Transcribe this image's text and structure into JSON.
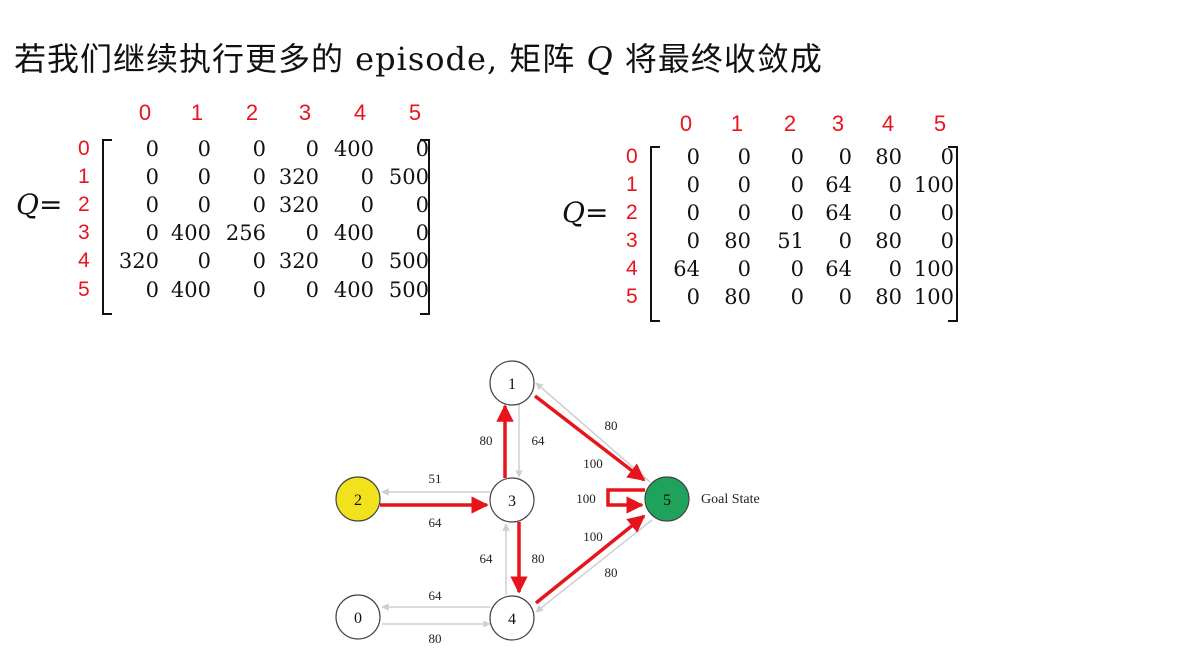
{
  "title": {
    "prefix": "若我们继续执行更多的 episode, 矩阵 ",
    "var": "Q",
    "suffix": " 将最终收敛成"
  },
  "matrices": [
    {
      "label": "Q=",
      "col_headers": [
        "0",
        "1",
        "2",
        "3",
        "4",
        "5"
      ],
      "row_headers": [
        "0",
        "1",
        "2",
        "3",
        "4",
        "5"
      ],
      "rows": [
        [
          "0",
          "0",
          "0",
          "0",
          "400",
          "0"
        ],
        [
          "0",
          "0",
          "0",
          "320",
          "0",
          "500"
        ],
        [
          "0",
          "0",
          "0",
          "320",
          "0",
          "0"
        ],
        [
          "0",
          "400",
          "256",
          "0",
          "400",
          "0"
        ],
        [
          "320",
          "0",
          "0",
          "320",
          "0",
          "500"
        ],
        [
          "0",
          "400",
          "0",
          "0",
          "400",
          "500"
        ]
      ]
    },
    {
      "label": "Q=",
      "col_headers": [
        "0",
        "1",
        "2",
        "3",
        "4",
        "5"
      ],
      "row_headers": [
        "0",
        "1",
        "2",
        "3",
        "4",
        "5"
      ],
      "rows": [
        [
          "0",
          "0",
          "0",
          "0",
          "80",
          "0"
        ],
        [
          "0",
          "0",
          "0",
          "64",
          "0",
          "100"
        ],
        [
          "0",
          "0",
          "0",
          "64",
          "0",
          "0"
        ],
        [
          "0",
          "80",
          "51",
          "0",
          "80",
          "0"
        ],
        [
          "64",
          "0",
          "0",
          "64",
          "0",
          "100"
        ],
        [
          "0",
          "80",
          "0",
          "0",
          "80",
          "100"
        ]
      ]
    }
  ],
  "graph": {
    "nodes": [
      {
        "label": "0"
      },
      {
        "label": "1"
      },
      {
        "label": "2"
      },
      {
        "label": "3"
      },
      {
        "label": "4"
      },
      {
        "label": "5"
      }
    ],
    "goal_label": "Goal State",
    "edge_labels": {
      "e3_2": "51",
      "e2_3": "64",
      "e3_1": "80",
      "e1_3": "64",
      "e1_5_grey": "80",
      "e1_5": "100",
      "e5_5": "100",
      "e3_4": "80",
      "e4_3": "64",
      "e4_5": "100",
      "e5_4": "80",
      "e4_0": "64",
      "e0_4": "80"
    },
    "colors": {
      "red": "#e8141c",
      "grey": "#cfcfcf",
      "start": "#f2e21e",
      "goal": "#1fa35c"
    }
  }
}
